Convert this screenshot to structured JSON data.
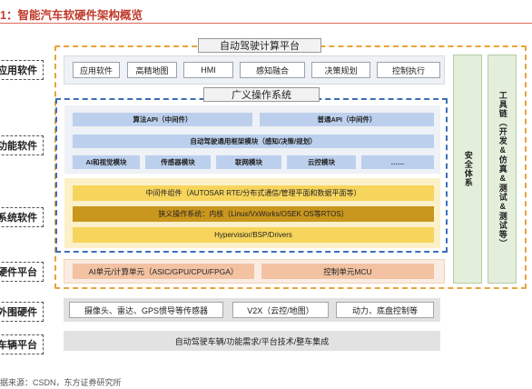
{
  "header": {
    "title": "1：智能汽车软硬件架构概览"
  },
  "left_labels": [
    "应用软件",
    "功能软件",
    "系统软件",
    "硬件平台",
    "外围硬件",
    "车辆平台"
  ],
  "platform_title": "自动驾驶计算平台",
  "app_software": [
    "应用软件",
    "高精地图",
    "HMI",
    "感知融合",
    "决策规划",
    "控制执行"
  ],
  "os": {
    "title": "广义操作系统",
    "algorithm_api": "算法API（中间件）",
    "common_api": "普通API（中间件）",
    "general_framework": "自动驾驶通用框架模块（感知/决策/规划）",
    "modules": [
      "AI和视觉模块",
      "传感器模块",
      "联网模块",
      "云控模块",
      "……"
    ],
    "middleware": "中间件组件（AUTOSAR RTE/分布式通信/管理平面和数据平面等）",
    "kernel": "狭义操作系统：内核（Linux/VxWorks/OSEK OS等RTOS）",
    "hypervisor": "Hypervisior/BSP/Drivers"
  },
  "hardware": [
    "AI单元/计算单元（ASIC/GPU/CPU/FPGA）",
    "控制单元MCU"
  ],
  "side_columns": {
    "safety": "安全体系",
    "toolchain": "工具链（开发&仿真&测试&测试等）"
  },
  "peripheral": [
    "摄像头、雷达、GPS惯导等传感器",
    "V2X（云控/地图）",
    "动力、底盘控制等"
  ],
  "vehicle": "自动驾驶车辆/功能需求/平台技术/整车集成",
  "source": "据来源：CSDN，东方证券研究所",
  "colors": {
    "title_red": "#c0392b",
    "orange_dash": "#e8a33a",
    "blue_dash": "#3d6fb5",
    "blue_box": "#bcd0ee",
    "yellow_bar": "#f7d55c",
    "gold_bar": "#c9961e",
    "hw_box": "#f2c2a2",
    "green_col": "#e3eedb"
  }
}
